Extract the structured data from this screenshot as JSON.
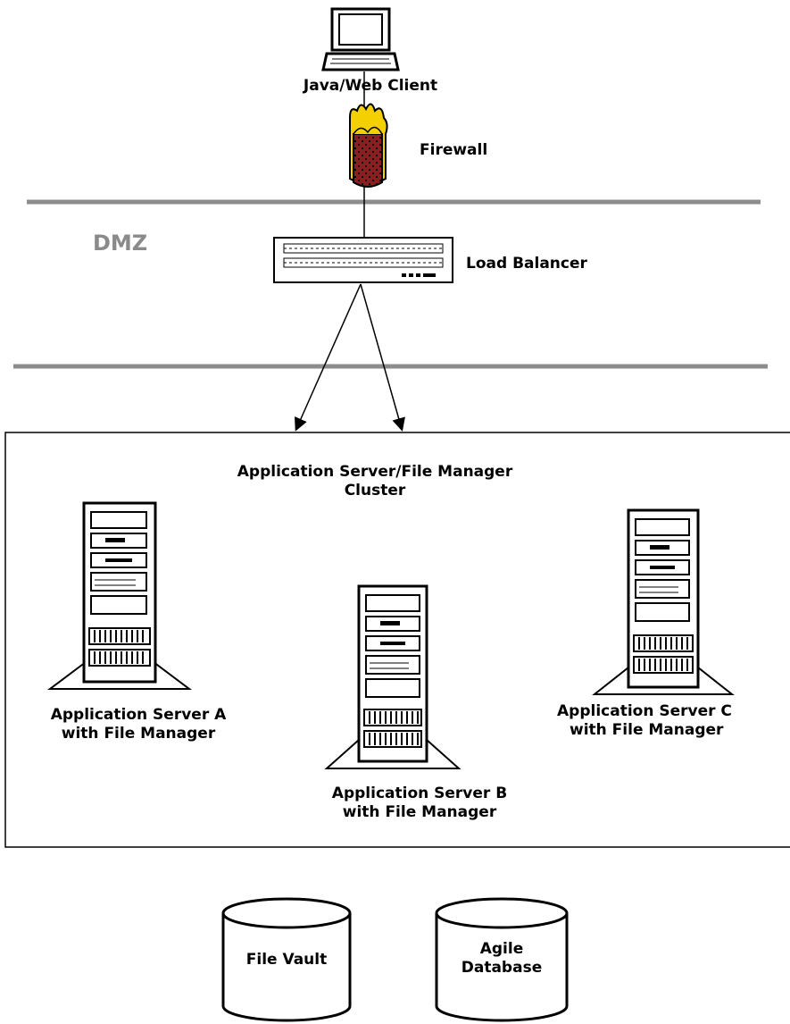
{
  "diagram": {
    "client_label": "Java/Web Client",
    "firewall_label": "Firewall",
    "dmz_label": "DMZ",
    "load_balancer_label": "Load Balancer",
    "cluster_label": "Application Server/File Manager\nCluster",
    "servers": [
      {
        "label": "Application Server A\nwith File Manager"
      },
      {
        "label": "Application Server B\nwith File Manager"
      },
      {
        "label": "Application Server C\nwith File Manager"
      }
    ],
    "file_vault_label": "File Vault",
    "database_label": "Agile\nDatabase"
  },
  "colors": {
    "divider": "#8c8c8c",
    "firewall_fill": "#8b1e1e",
    "flame": "#f5d000"
  }
}
